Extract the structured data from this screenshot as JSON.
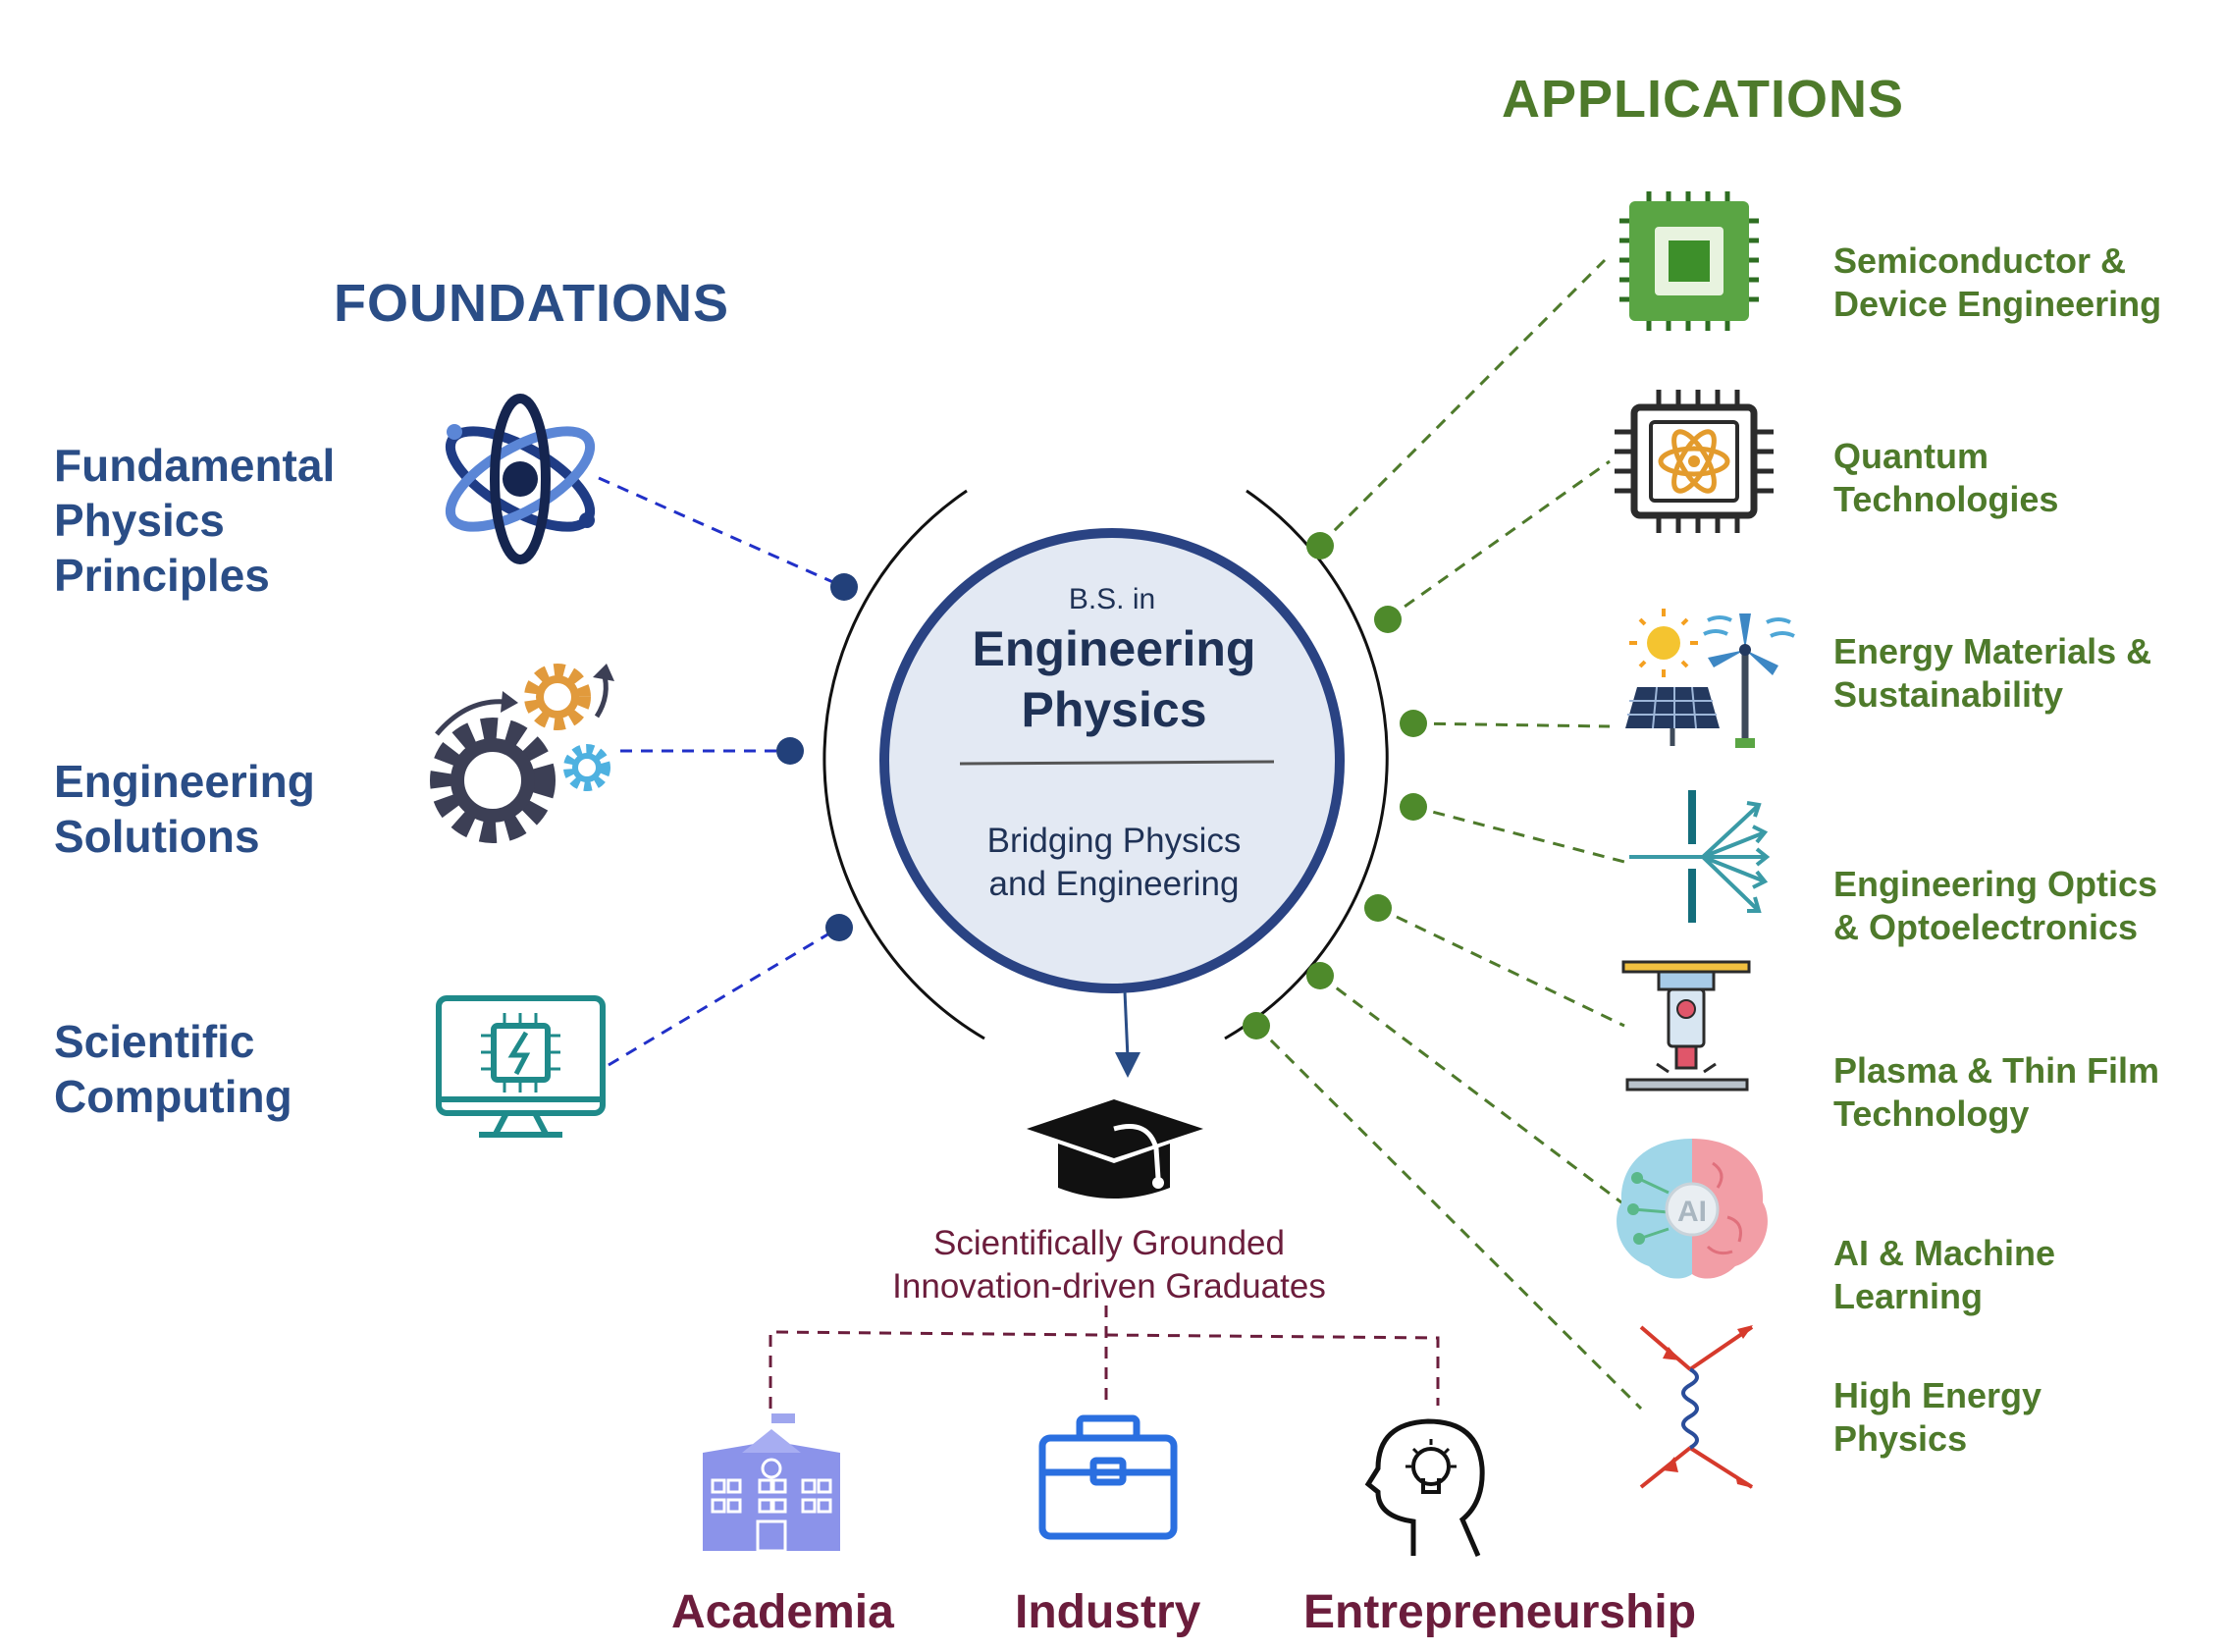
{
  "foundations_heading": "FOUNDATIONS",
  "applications_heading": "APPLICATIONS",
  "center": {
    "degree": "B.S. in",
    "title_line1": "Engineering",
    "title_line2": "Physics",
    "subtitle_line1": "Bridging Physics",
    "subtitle_line2": "and Engineering"
  },
  "foundations": [
    {
      "line1": "Fundamental",
      "line2": "Physics",
      "line3": "Principles",
      "icon": "atom-icon"
    },
    {
      "line1": "Engineering",
      "line2": "Solutions",
      "icon": "gears-icon"
    },
    {
      "line1": "Scientific",
      "line2": "Computing",
      "icon": "computer-chip-monitor-icon"
    }
  ],
  "applications": [
    {
      "line1": "Semiconductor &",
      "line2": "Device Engineering",
      "icon": "microchip-icon"
    },
    {
      "line1": "Quantum",
      "line2": "Technologies",
      "icon": "quantum-chip-icon"
    },
    {
      "line1": "Energy Materials &",
      "line2": "Sustainability",
      "icon": "solar-wind-icon"
    },
    {
      "line1": "Engineering Optics",
      "line2": "& Optoelectronics",
      "icon": "diffraction-icon"
    },
    {
      "line1": "Plasma & Thin Film",
      "line2": "Technology",
      "icon": "plasma-deposition-icon"
    },
    {
      "line1": "AI & Machine",
      "line2": "Learning",
      "icon": "ai-brain-icon"
    },
    {
      "line1": "High Energy",
      "line2": "Physics",
      "icon": "feynman-diagram-icon"
    }
  ],
  "graduates": {
    "line1": "Scientifically Grounded",
    "line2": "Innovation-driven Graduates",
    "icon": "graduation-cap-icon"
  },
  "careers": [
    {
      "label": "Academia",
      "icon": "university-building-icon"
    },
    {
      "label": "Industry",
      "icon": "briefcase-icon"
    },
    {
      "label": "Entrepreneurship",
      "icon": "idea-head-icon"
    }
  ],
  "colors": {
    "foundation": "#2a4d86",
    "application": "#4e7a2b",
    "career": "#6b1d3c",
    "center_fill": "#e3e9f3",
    "center_stroke": "#2a4383"
  }
}
